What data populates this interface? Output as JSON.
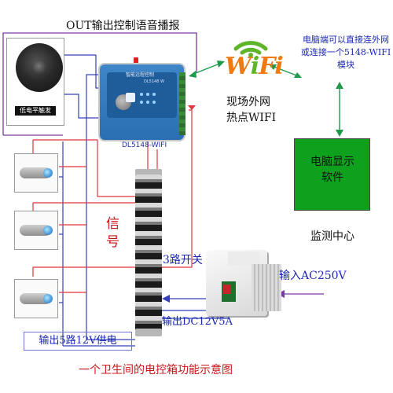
{
  "labels": {
    "title_top": "OUT输出控制语音播报",
    "controller_label": "DL5148-WIFI",
    "controller_title": "智能远程控制",
    "controller_subtitle": "DL5148 W",
    "speaker_tag": "低电平触发",
    "wifi_word": [
      "W",
      "i",
      "F",
      "i"
    ],
    "hotspot_line1": "现场外网",
    "hotspot_line2": "热点WIFI",
    "note_top": "电脑端可以直接连外网或连接一个5148-WIFI模块",
    "computer": "电脑显示软件",
    "monitor_center": "监测中心",
    "signal": "信号",
    "switch_3way": "3路开关",
    "input_ac": "输入AC250V",
    "output_dc": "输出DC12V5A",
    "output_5way": "输出5路12V供电",
    "bottom_caption": "一个卫生间的电控箱功能示意图"
  },
  "colors": {
    "wire_red": "#e0353a",
    "wire_blue": "#3340b8",
    "wire_purple": "#7a3aa0",
    "arrow_green": "#1f9a4a",
    "computer_green": "#0ea11e",
    "wifi_orange": "#f07a10",
    "wifi_green": "#5fb52a",
    "label_blue": "#1c28b0",
    "label_red": "#c9141a"
  },
  "icons": [
    "speaker-icon",
    "wifi-icon",
    "sensor-icon",
    "terminal-block-icon",
    "power-supply-icon",
    "controller-icon"
  ]
}
